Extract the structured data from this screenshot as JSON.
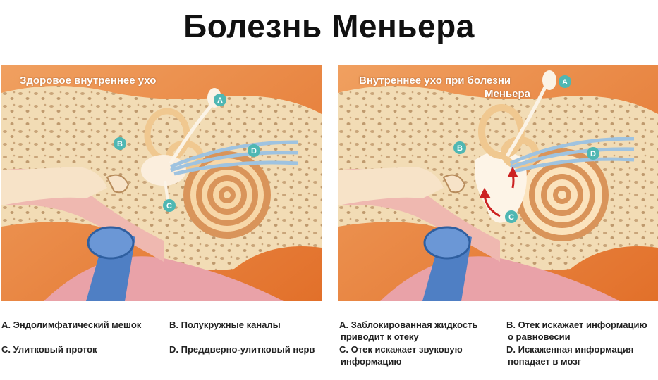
{
  "title": "Болезнь Меньера",
  "left_panel": {
    "caption": "Здоровое внутреннее ухо",
    "markers": [
      "A",
      "B",
      "C",
      "D"
    ]
  },
  "right_panel": {
    "caption_line1": "Внутреннее ухо при болезни",
    "caption_line2": "Меньера",
    "markers": [
      "A",
      "B",
      "C",
      "D"
    ]
  },
  "legend_left": {
    "a": "A. Эндолимфатический мешок",
    "b": "B. Полукружные каналы",
    "c": "C. Улитковый проток",
    "d": "D. Преддверно-улитковый нерв"
  },
  "legend_right": {
    "a_line1": "A. Заблокированная жидкость",
    "a_line2": "приводит к отеку",
    "b_line1": "B. Отек искажает информацию",
    "b_line2": "о равновесии",
    "c_line1": "C. Отек искажает звуковую",
    "c_line2": "информацию",
    "d_line1": "D. Искаженная информация",
    "d_line2": "попадает в мозг"
  },
  "colors": {
    "background": "#e8843a",
    "bone": "#f2dcb5",
    "bone_pores": "#c9a57a",
    "cochlea_dark": "#d9945a",
    "cochlea_light": "#f7d7a8",
    "marker": "#4fb7b3",
    "tube": "#4f7fc4",
    "tissue": "#e9a2a8",
    "swelling_arrow": "#cc2222"
  }
}
